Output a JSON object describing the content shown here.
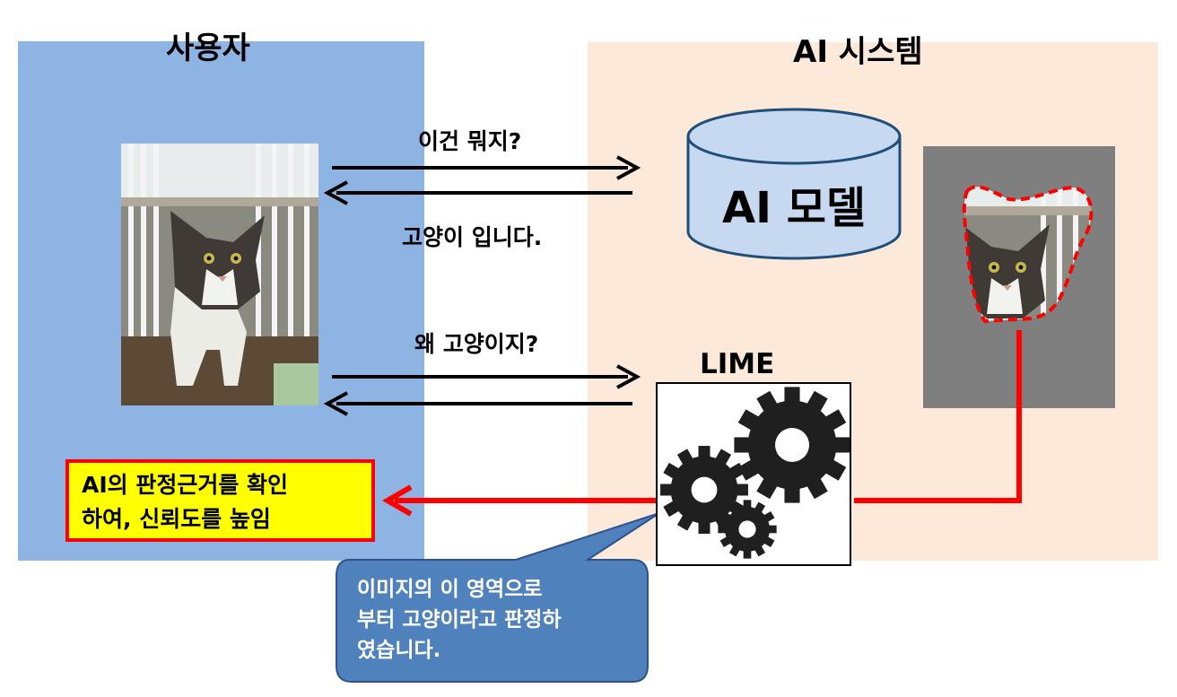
{
  "user": {
    "heading": "사용자"
  },
  "ai": {
    "heading": "AI 시스템",
    "model_label": "AI 모델",
    "lime_label": "LIME"
  },
  "dialog": {
    "question1": "이건 뭐지?",
    "answer1": "고양이 입니다.",
    "question2": "왜 고양이지?"
  },
  "verdict": {
    "line1": "AI의 판정근거를 확인",
    "line2": "하여, 신뢰도를 높임"
  },
  "callout": {
    "line1": "이미지의 이 영역으로",
    "line2": "부터 고양이라고 판정하",
    "line3": "였습니다."
  },
  "colors": {
    "user_panel": "#8eb4e3",
    "ai_panel": "#fde9d9",
    "cylinder": "#c6d9f1",
    "highlight": "#ff0000",
    "verdict_bg": "#ffff00",
    "callout_bg": "#4f81bd",
    "mask_bg": "#7f7f7f"
  }
}
